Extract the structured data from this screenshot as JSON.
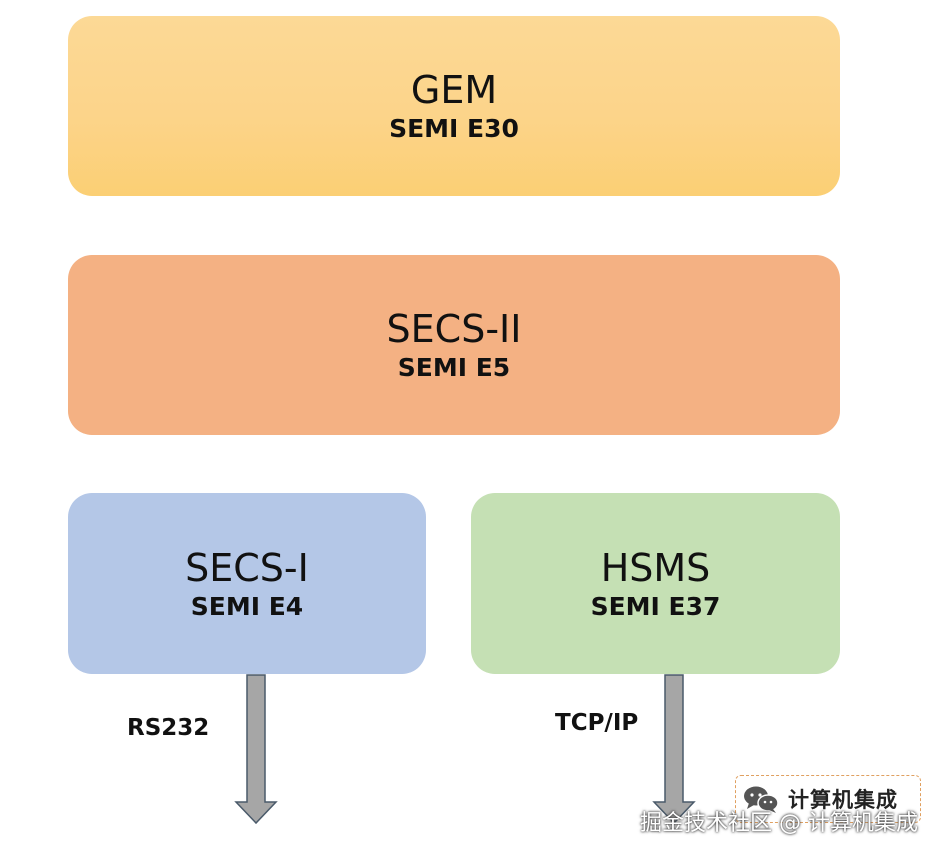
{
  "layers": {
    "gem": {
      "title": "GEM",
      "standard": "SEMI E30"
    },
    "secs2": {
      "title": "SECS-II",
      "standard": "SEMI E5"
    },
    "secs1": {
      "title": "SECS-I",
      "standard": "SEMI E4"
    },
    "hsms": {
      "title": "HSMS",
      "standard": "SEMI E37"
    }
  },
  "links": {
    "secs1": "RS232",
    "hsms": "TCP/IP"
  },
  "colors": {
    "gem": "#fcd48a",
    "secs2": "#f4b183",
    "secs1": "#b4c7e7",
    "hsms": "#c5e0b4",
    "arrow": "#a6a6a6"
  },
  "watermark": {
    "badge": "计算机集成",
    "badge_icon": "wechat-icon",
    "footer": "掘金技术社区 @ 计算机集成"
  }
}
